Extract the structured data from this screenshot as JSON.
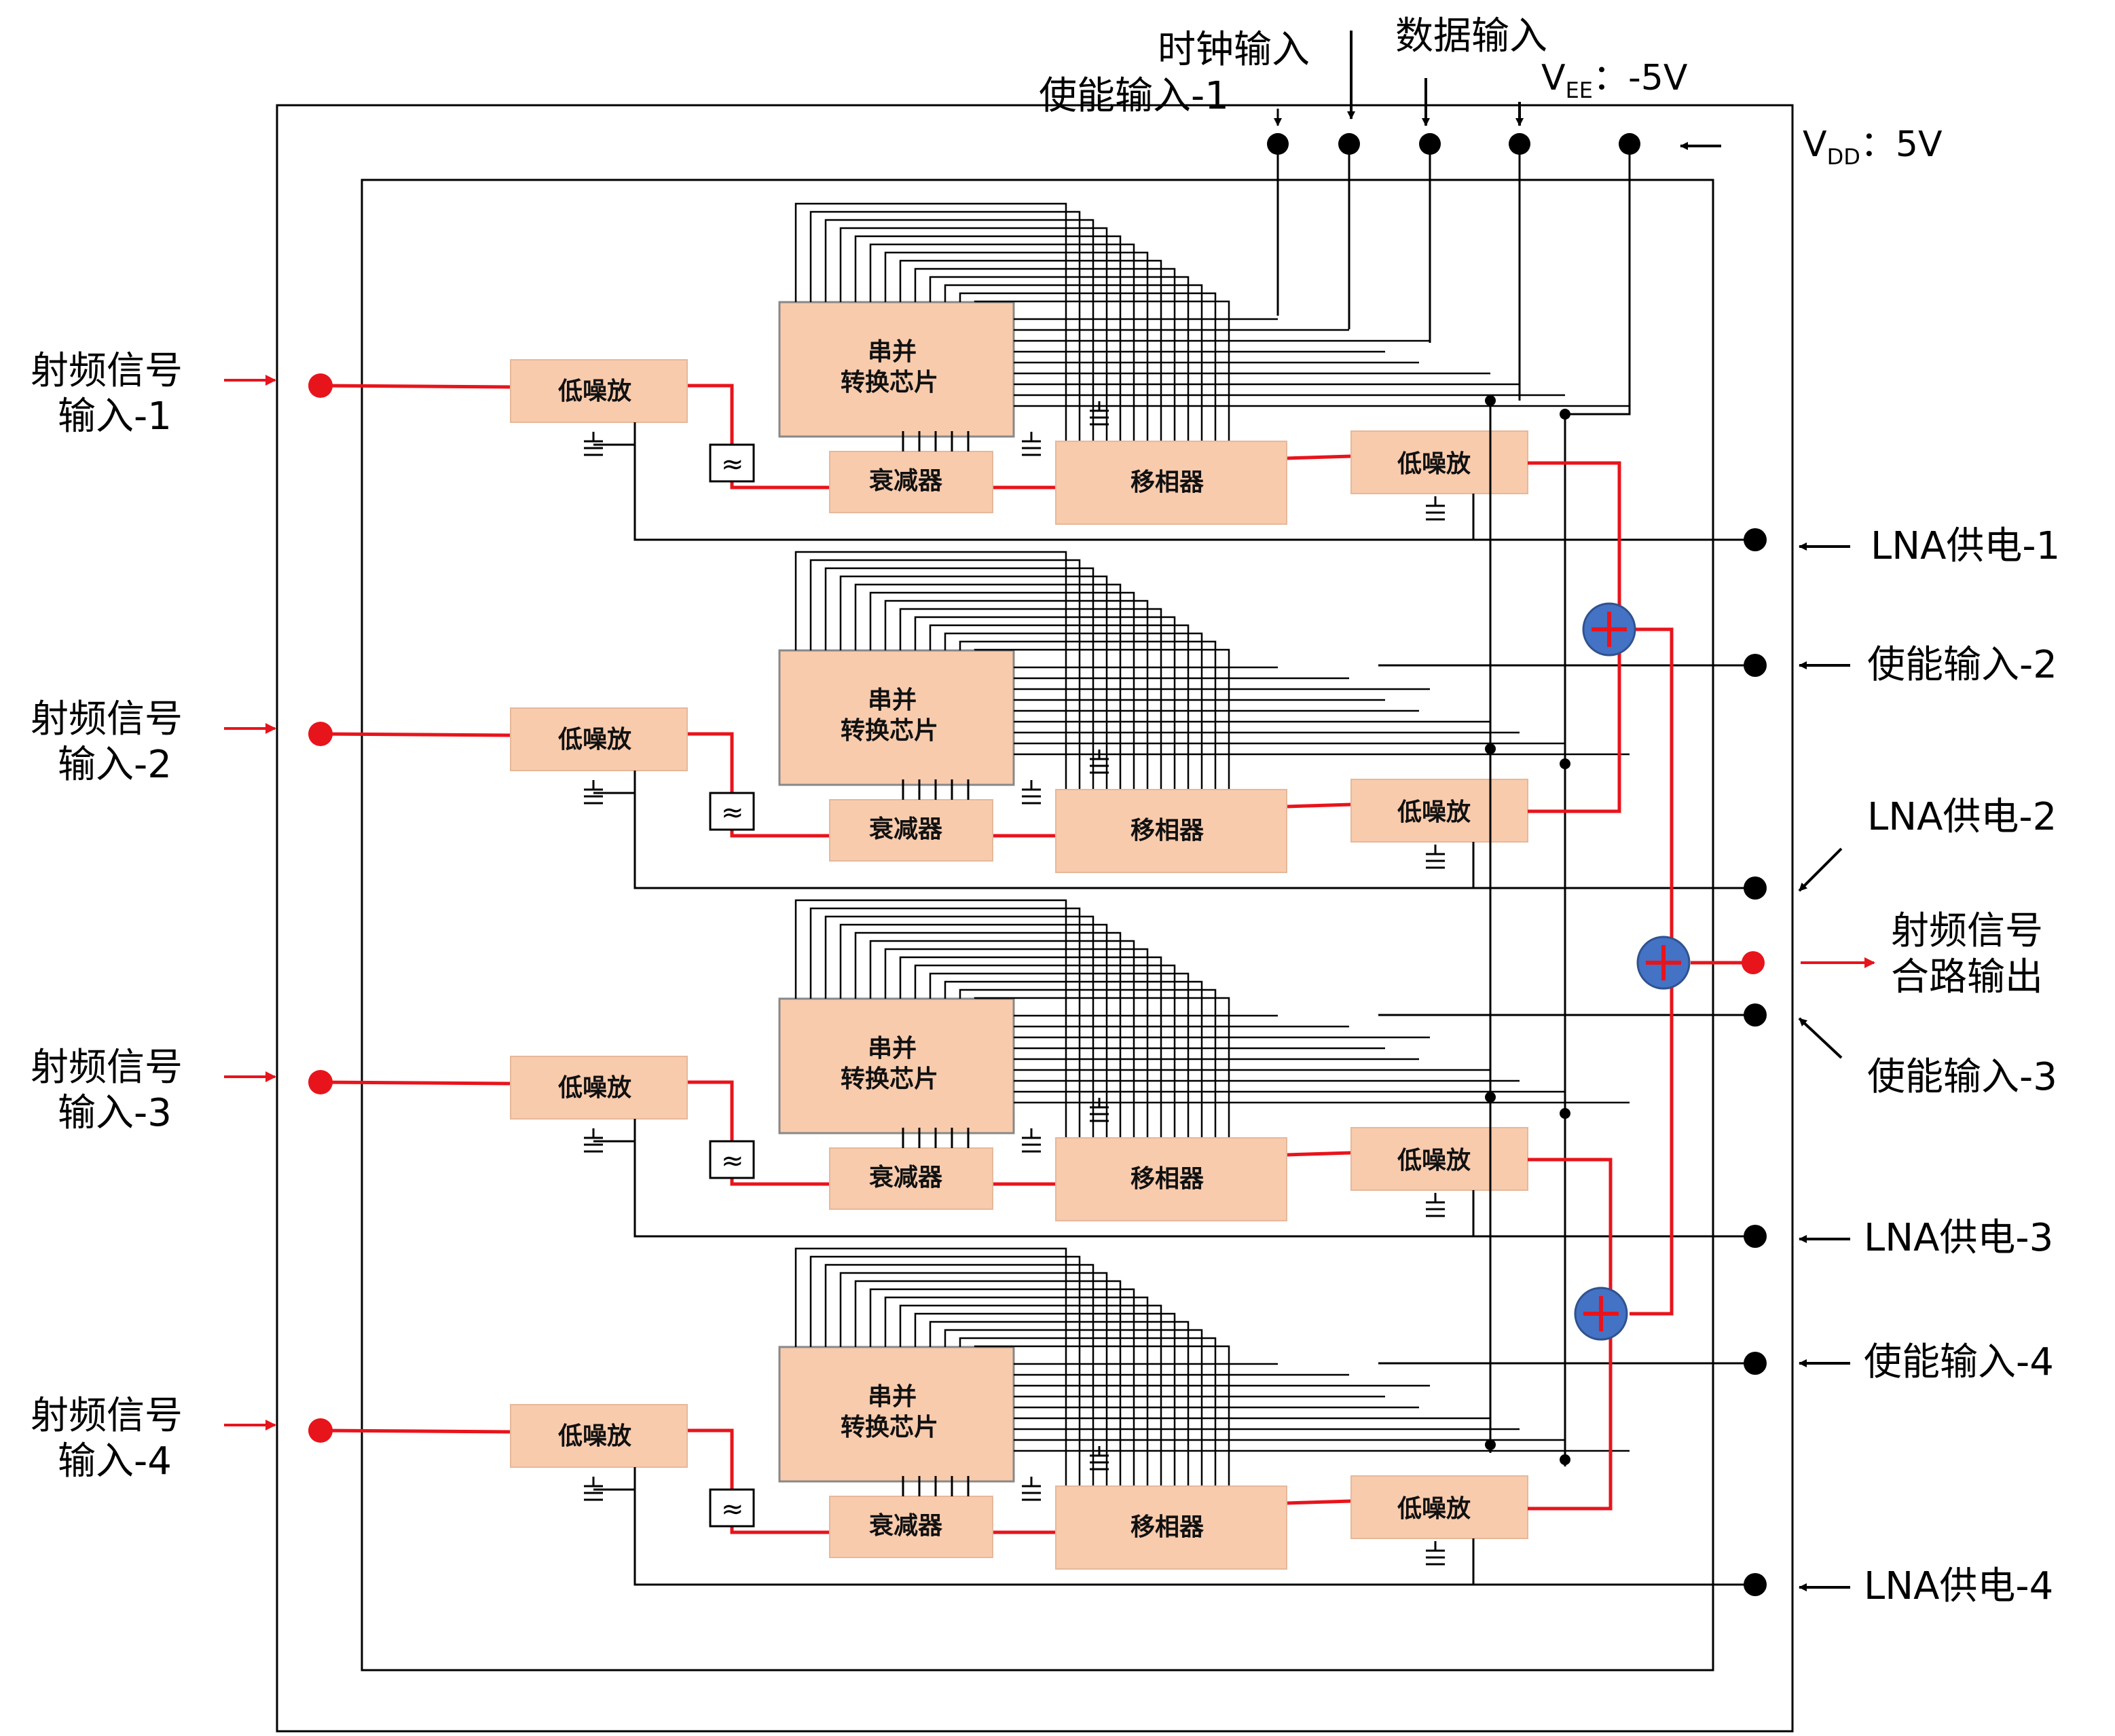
{
  "colors": {
    "rf_line": "#e8141c",
    "wire": "#000000",
    "block_fill": "#f8cbad",
    "combiner_fill": "#4472c4"
  },
  "top_inputs": {
    "clock": "时钟输入",
    "data": "数据输入",
    "enable1": "使能输入-1",
    "vee_v": "V",
    "vee_sub": "EE",
    "vee_val": "：-5V",
    "vdd_v": "V",
    "vdd_sub": "DD",
    "vdd_val": "：5V"
  },
  "channels": [
    {
      "rf_in_line1": "射频信号",
      "rf_in_line2": "输入-1",
      "right_label": "LNA供电-1"
    },
    {
      "rf_in_line1": "射频信号",
      "rf_in_line2": "输入-2",
      "right_label": "LNA供电-2"
    },
    {
      "rf_in_line1": "射频信号",
      "rf_in_line2": "输入-3",
      "right_label": "LNA供电-3"
    },
    {
      "rf_in_line1": "射频信号",
      "rf_in_line2": "输入-4",
      "right_label": "LNA供电-4"
    }
  ],
  "right_side": {
    "enable2": "使能输入-2",
    "enable3": "使能输入-3",
    "enable4": "使能输入-4",
    "out_line1": "射频信号",
    "out_line2": "合路输出"
  },
  "blocks": {
    "lna": "低噪放",
    "sp_line1": "串并",
    "sp_line2": "转换芯片",
    "attenuator": "衰减器",
    "phase_shifter": "移相器",
    "filter_symbol": "≈"
  }
}
